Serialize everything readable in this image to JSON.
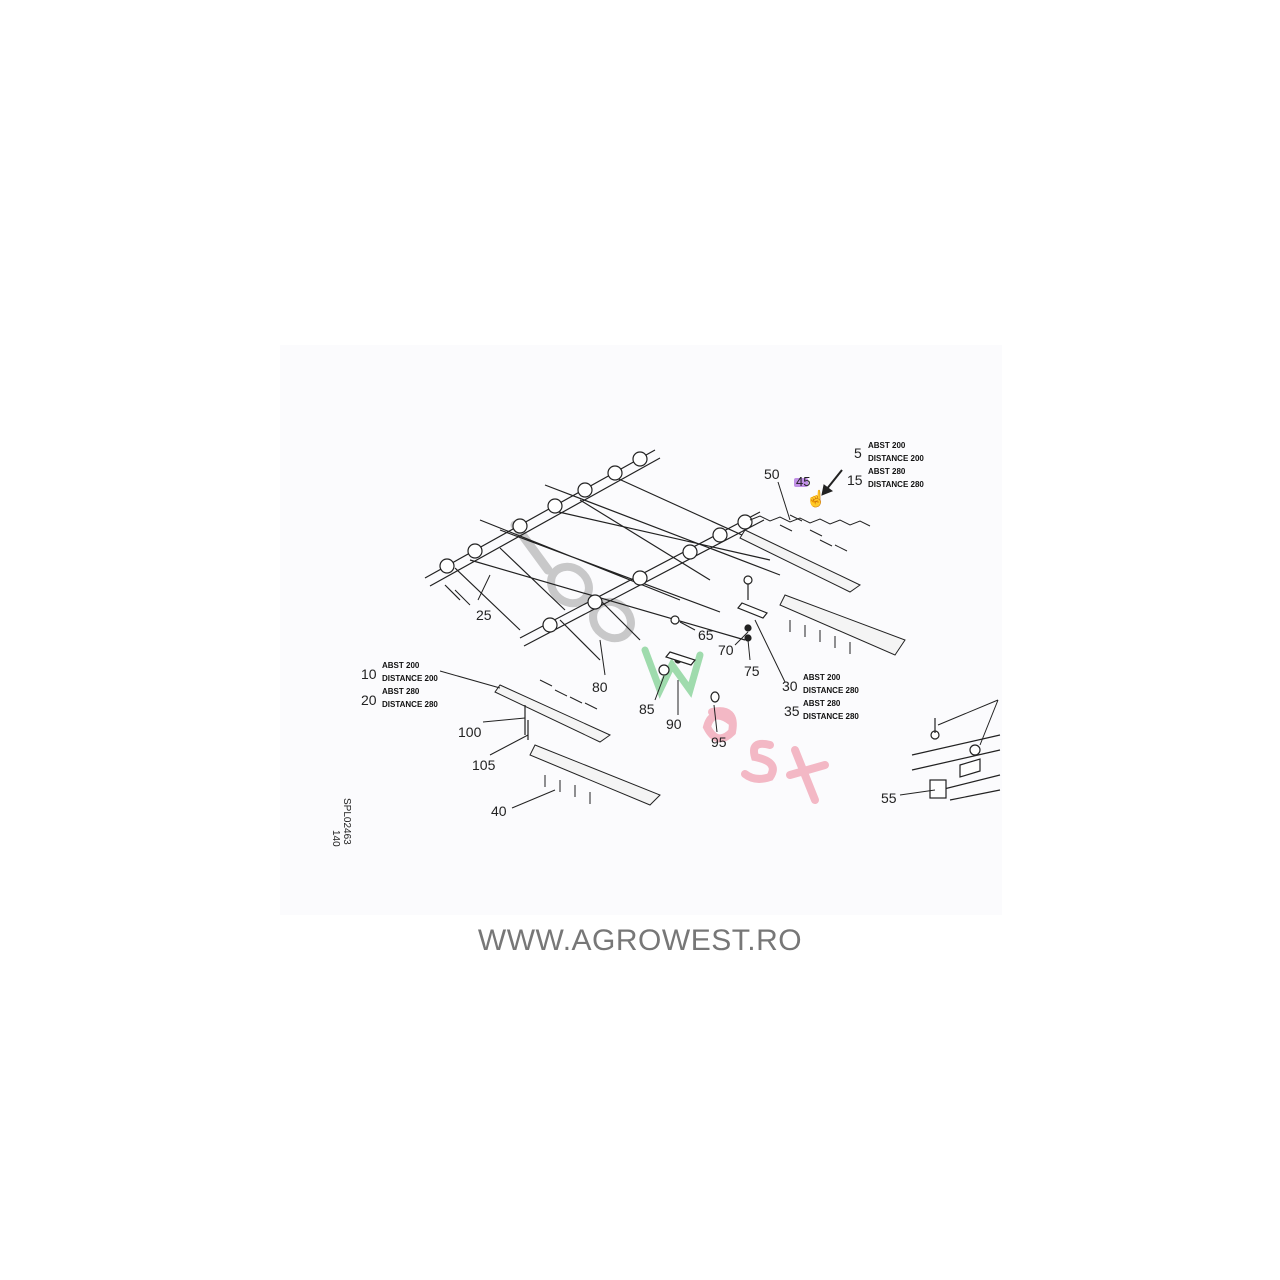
{
  "diagram": {
    "drawing_code": "SPL02463",
    "page_number": "140",
    "watermark": "agrowest",
    "callouts": {
      "c5": {
        "number": "5",
        "line1": "ABST 200",
        "line2": "DISTANCE 200"
      },
      "c15": {
        "number": "15",
        "line1": "ABST 280",
        "line2": "DISTANCE 280"
      },
      "c10": {
        "number": "10",
        "line1": "ABST 200",
        "line2": "DISTANCE 200"
      },
      "c20": {
        "number": "20",
        "line1": "ABST 280",
        "line2": "DISTANCE 280"
      },
      "c30": {
        "number": "30",
        "line1": "ABST 200",
        "line2": "DISTANCE 280"
      },
      "c35": {
        "number": "35",
        "line1": "ABST 280",
        "line2": "DISTANCE 280"
      }
    },
    "part_numbers": {
      "p25": "25",
      "p40": "40",
      "p45": "45",
      "p50": "50",
      "p55": "55",
      "p65": "65",
      "p70": "70",
      "p75": "75",
      "p80": "80",
      "p85": "85",
      "p90": "90",
      "p95": "95",
      "p100": "100",
      "p105": "105"
    },
    "hotspot_color": "#b57be0"
  },
  "footer": {
    "url": "WWW.AGROWEST.RO"
  }
}
